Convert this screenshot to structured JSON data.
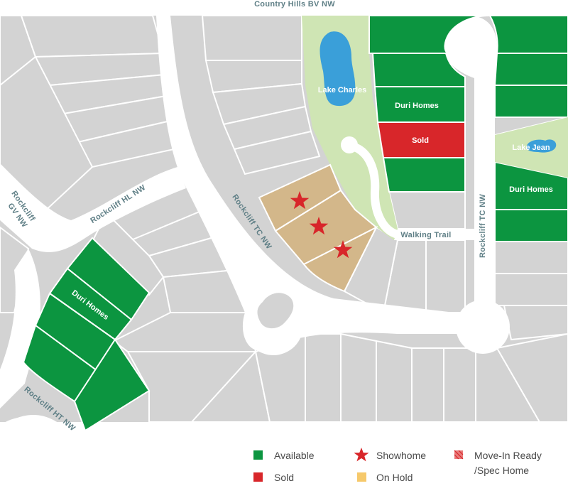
{
  "streets": {
    "top": "Country Hills BV NW",
    "hl": "Rockcliff HL NW",
    "gv_line1": "Rockcliff",
    "gv_line2": "GV NW",
    "tc_diag": "Rockcliff TC NW",
    "tc_vert": "Rockcliff TC NW",
    "ht": "Rockcliff HT NW",
    "trail": "Walking Trail"
  },
  "features": {
    "lake_charles": "Lake Charles",
    "lake_jean": "Lake Jean"
  },
  "lots": {
    "duri_right_top": "Duri Homes",
    "duri_right_bottom": "Duri Homes",
    "duri_left": "Duri Homes",
    "sold": "Sold"
  },
  "legend": {
    "available": "Available",
    "sold": "Sold",
    "showhome": "Showhome",
    "on_hold": "On Hold",
    "move_in_line1": "Move-In Ready",
    "move_in_line2": "/Spec Home"
  },
  "colors": {
    "available": "#0c9540",
    "sold": "#d8262a",
    "on_hold": "#f6c96b",
    "showhome": "#d8262a",
    "default_lot": "#d3d3d3",
    "park": "#cfe5b4",
    "water": "#3a9fd9"
  }
}
